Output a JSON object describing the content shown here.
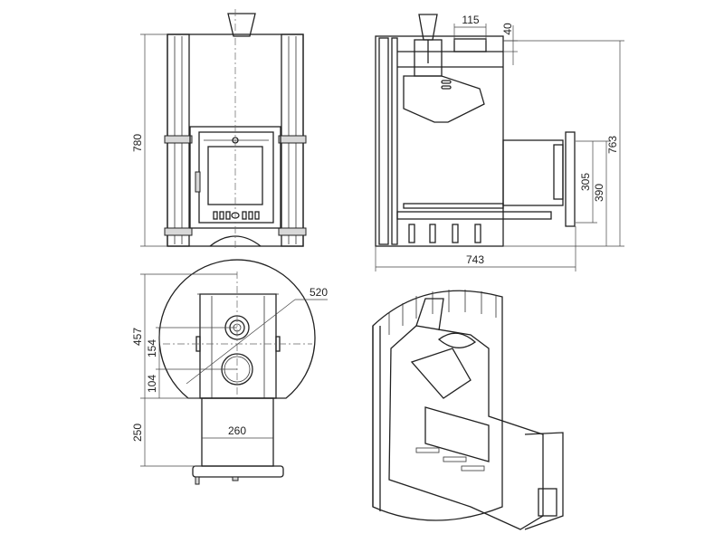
{
  "views": {
    "front": {
      "name": "front-view",
      "dimensions": {
        "height": "780"
      }
    },
    "side": {
      "name": "side-view",
      "dimensions": {
        "width": "743",
        "height": "763",
        "flue_width": "115",
        "flue_offset": "40",
        "tunnel_inner": "305",
        "tunnel_outer": "390"
      }
    },
    "top": {
      "name": "top-view",
      "dimensions": {
        "diameter": "520",
        "depth": "457",
        "hole_spacing": "154",
        "hole_offset": "104",
        "tunnel_length": "250",
        "tunnel_width": "260"
      }
    },
    "isometric": {
      "name": "isometric-cutaway-view"
    }
  }
}
